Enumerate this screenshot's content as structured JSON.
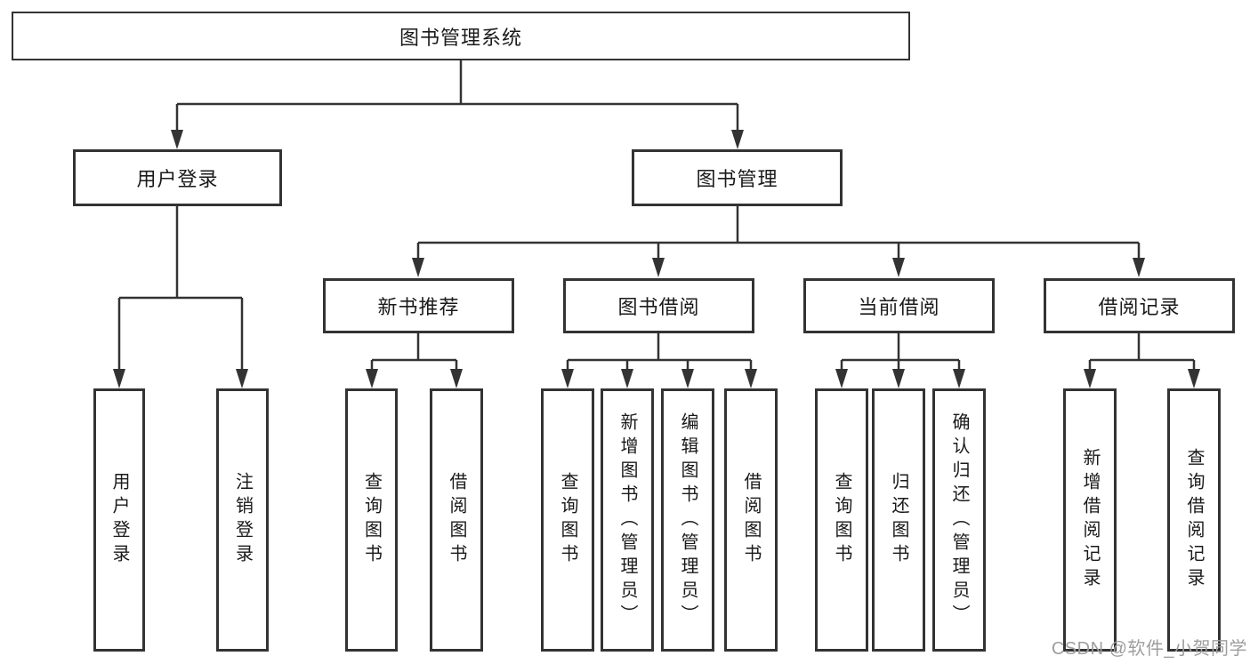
{
  "diagram": {
    "root": {
      "label": "图书管理系统"
    },
    "level1": {
      "user_login": {
        "label": "用户登录"
      },
      "book_management": {
        "label": "图书管理"
      }
    },
    "level2": {
      "new_books": {
        "label": "新书推荐"
      },
      "book_borrow": {
        "label": "图书借阅"
      },
      "current_borrow": {
        "label": "当前借阅"
      },
      "borrow_records": {
        "label": "借阅记录"
      }
    },
    "leaves": {
      "user_login": {
        "label": "用户登录"
      },
      "logout": {
        "label": "注销登录"
      },
      "nb_query_books": {
        "label": "查询图书"
      },
      "nb_borrow_books": {
        "label": "借阅图书"
      },
      "bb_query_books": {
        "label": "查询图书"
      },
      "bb_add_books": {
        "label": "新增图书（管理员）"
      },
      "bb_edit_books": {
        "label": "编辑图书（管理员）"
      },
      "bb_borrow_books": {
        "label": "借阅图书"
      },
      "cb_query_books": {
        "label": "查询图书"
      },
      "cb_return_books": {
        "label": "归还图书"
      },
      "cb_confirm_return": {
        "label": "确认归还（管理员）"
      },
      "br_add_record": {
        "label": "新增借阅记录"
      },
      "br_query_record": {
        "label": "查询借阅记录"
      }
    }
  },
  "watermark": {
    "text": "CSDN @软件_小贺同学"
  },
  "colors": {
    "line": "#333333",
    "border": "#333333",
    "text": "#1a1a1a",
    "watermark": "#9e9e9e",
    "background": "#ffffff"
  }
}
